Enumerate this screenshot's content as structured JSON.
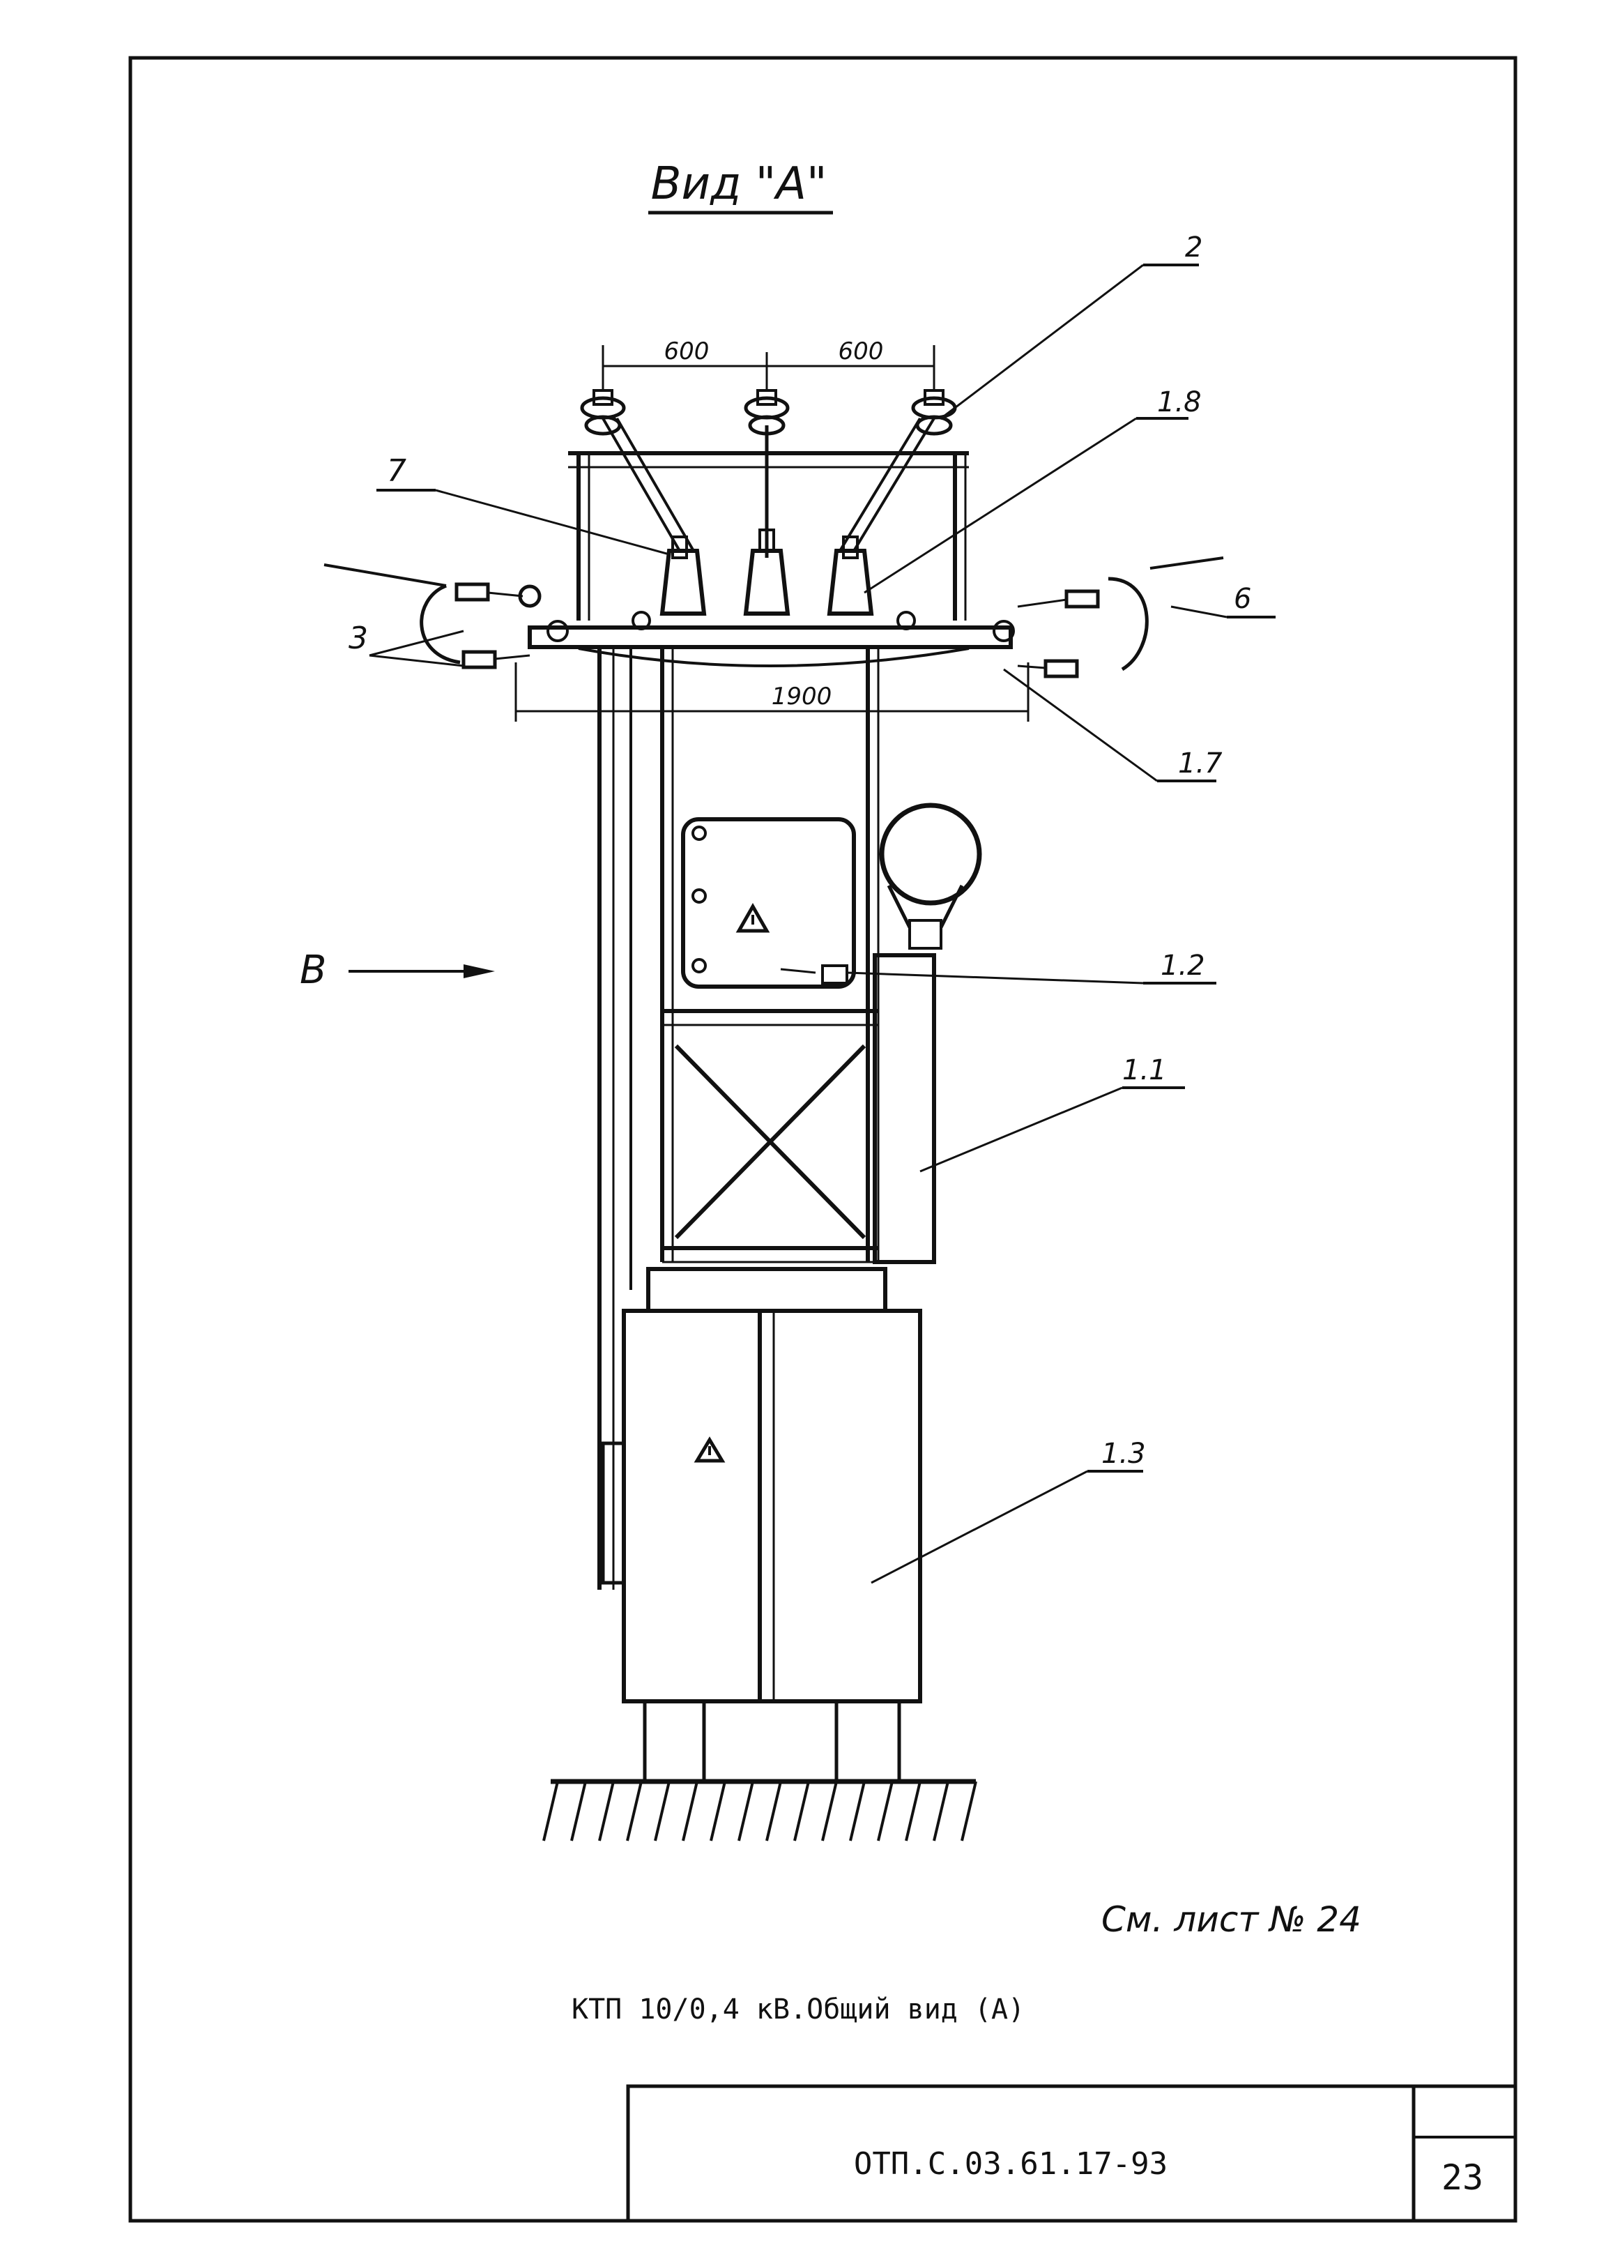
{
  "view_title": "Вид \"А\"",
  "dimensions": {
    "left_span": "600",
    "right_span": "600",
    "platform_width": "1900"
  },
  "callouts": {
    "c2": "2",
    "c1_8": "1.8",
    "c7": "7",
    "c6": "6",
    "c3": "3",
    "c1_7": "1.7",
    "c1_2": "1.2",
    "c1_1": "1.1",
    "c1_3": "1.3"
  },
  "direction_label": "В",
  "see_sheet_note": "См. лист № 24",
  "caption": "КТП 10/0,4 кВ.Общий вид (А)",
  "title_block": {
    "document_code": "ОТП.С.03.61.17-93",
    "sheet_number": "23"
  },
  "icons": [
    "warning-triangle-icon"
  ]
}
